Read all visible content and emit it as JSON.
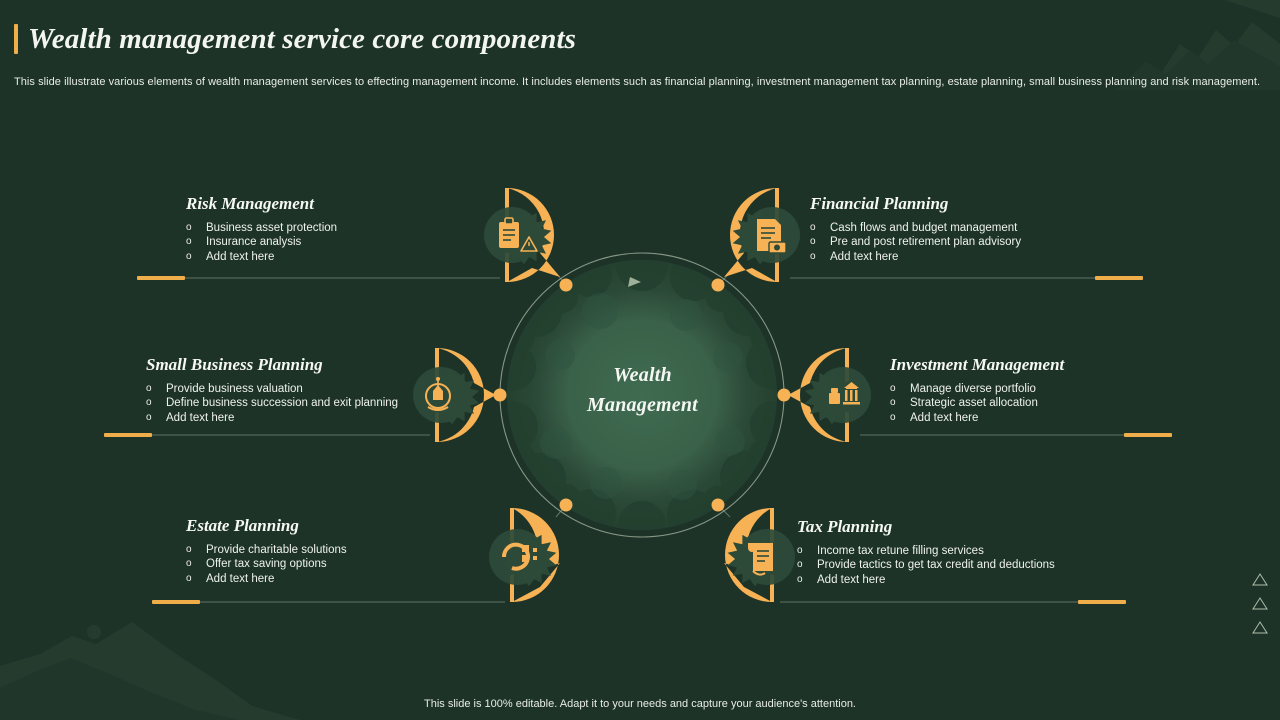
{
  "header": {
    "title": "Wealth management service core components",
    "subtitle": "This slide illustrate various elements of wealth management services to effecting management income. It includes elements such as financial planning, investment management tax planning, estate planning, small business planning and risk management."
  },
  "center": {
    "line1": "Wealth",
    "line2": "Management"
  },
  "components": [
    {
      "id": "risk-management",
      "title": "Risk Management",
      "icon": "clipboard-warning-icon",
      "bullets": [
        "Business asset protection",
        "Insurance analysis",
        "Add text here"
      ]
    },
    {
      "id": "financial-planning",
      "title": "Financial Planning",
      "icon": "document-money-icon",
      "bullets": [
        "Cash flows and budget management",
        "Pre and post retirement plan advisory",
        "Add text here"
      ]
    },
    {
      "id": "small-business-planning",
      "title": "Small Business Planning",
      "icon": "business-growth-icon",
      "bullets": [
        "Provide business valuation",
        "Define business succession and exit planning",
        "Add text here"
      ]
    },
    {
      "id": "investment-management",
      "title": "Investment Management",
      "icon": "bank-investment-icon",
      "bullets": [
        "Manage diverse portfolio",
        "Strategic asset allocation",
        "Add text here"
      ]
    },
    {
      "id": "estate-planning",
      "title": "Estate Planning",
      "icon": "estate-house-icon",
      "bullets": [
        "Provide charitable solutions",
        "Offer tax saving options",
        "Add text here"
      ]
    },
    {
      "id": "tax-planning",
      "title": "Tax Planning",
      "icon": "tax-scroll-icon",
      "bullets": [
        "Income tax retune filling services",
        "Provide tactics to get tax credit and deductions",
        "Add text here"
      ]
    }
  ],
  "bullet_marker": "o",
  "footer": {
    "note": "This slide is 100% editable. Adapt it to your needs and capture your audience's attention."
  },
  "colors": {
    "background": "#1e3328",
    "accent_orange": "#f6b254",
    "petal": "#f6b254",
    "text_light": "#eef2ec",
    "inner_circle": "#2d4a39",
    "line": "#c9d8c4"
  },
  "corner_marks": {
    "count": 3,
    "shape": "triangle-outline"
  }
}
